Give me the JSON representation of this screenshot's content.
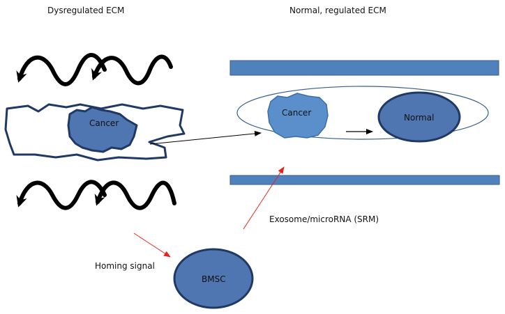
{
  "labels": {
    "dysregulated": "Dysregulated ECM",
    "normal_regulated": "Normal, regulated ECM",
    "exosome": "Exosome/microRNA (SRM)",
    "homing": "Homing signal"
  },
  "nodes": {
    "cancer_left": "Cancer",
    "cancer_right": "Cancer",
    "normal": "Normal",
    "bmsc": "BMSC"
  },
  "colors": {
    "cell_fill": "#4f76b0",
    "cell_fill_light": "#5b8fcb",
    "cell_stroke": "#1f3864",
    "bar_fill": "#4f81bd",
    "bar_stroke": "#385d8a",
    "red_arrow": "#e8221b",
    "black": "#000000"
  }
}
